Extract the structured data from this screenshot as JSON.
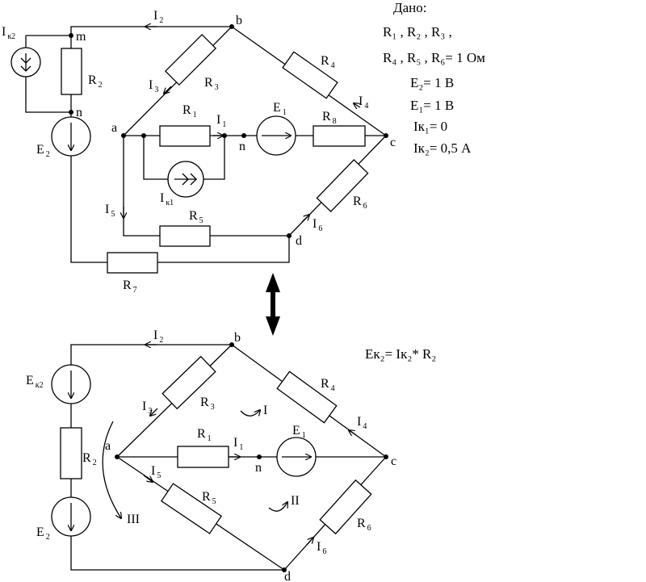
{
  "top": {
    "nodes": {
      "b": "b",
      "m": "m",
      "n_left": "n",
      "a": "a",
      "n_mid": "n",
      "c": "c",
      "d": "d"
    },
    "resistors": {
      "R2": [
        "R",
        "2"
      ],
      "R3": [
        "R",
        "3"
      ],
      "R4": [
        "R",
        "4"
      ],
      "R1": [
        "R",
        "1"
      ],
      "R8": [
        "R",
        "8"
      ],
      "R5": [
        "R",
        "5"
      ],
      "R6": [
        "R",
        "6"
      ],
      "R7": [
        "R",
        "7"
      ]
    },
    "sources": {
      "Ik2": [
        "I",
        "к2"
      ],
      "E2": [
        "E",
        "2"
      ],
      "E1": [
        "E",
        "1"
      ],
      "Ik1": [
        "I",
        "к1"
      ]
    },
    "currents": {
      "I1": [
        "I",
        "1"
      ],
      "I2": [
        "I",
        "2"
      ],
      "I3": [
        "I",
        "3"
      ],
      "I4": [
        "I",
        "4"
      ],
      "I5": [
        "I",
        "5"
      ],
      "I6": [
        "I",
        "6"
      ]
    }
  },
  "given": {
    "title": "Дано:",
    "line1": "R₁ , R₂ , R₃ ,",
    "line2": "R₄ , R₅ , R₆= 1 Ом",
    "line3": "E₂= 1 В",
    "line4": "E₁= 1 В",
    "line5": "Iк₁= 0",
    "line6": "Iк₂= 0,5 А"
  },
  "bottom": {
    "nodes": {
      "b": "b",
      "a": "a",
      "n_mid": "n",
      "c": "c",
      "d": "d"
    },
    "resistors": {
      "R1": [
        "R",
        "1"
      ],
      "R2": [
        "R",
        "2"
      ],
      "R3": [
        "R",
        "3"
      ],
      "R4": [
        "R",
        "4"
      ],
      "R5": [
        "R",
        "5"
      ],
      "R6": [
        "R",
        "6"
      ]
    },
    "sources": {
      "Ek2": [
        "E",
        "к2"
      ],
      "E2": [
        "E",
        "2"
      ],
      "E1": [
        "E",
        "1"
      ]
    },
    "currents": {
      "I1": [
        "I",
        "1"
      ],
      "I2": [
        "I",
        "2"
      ],
      "I3": [
        "I",
        "3"
      ],
      "I4": [
        "I",
        "4"
      ],
      "I5": [
        "I",
        "5"
      ],
      "I6": [
        "I",
        "6"
      ]
    },
    "loops": {
      "I": "I",
      "II": "II",
      "III": "III"
    },
    "formula": "Eк₂= Iк₂* R₂"
  }
}
